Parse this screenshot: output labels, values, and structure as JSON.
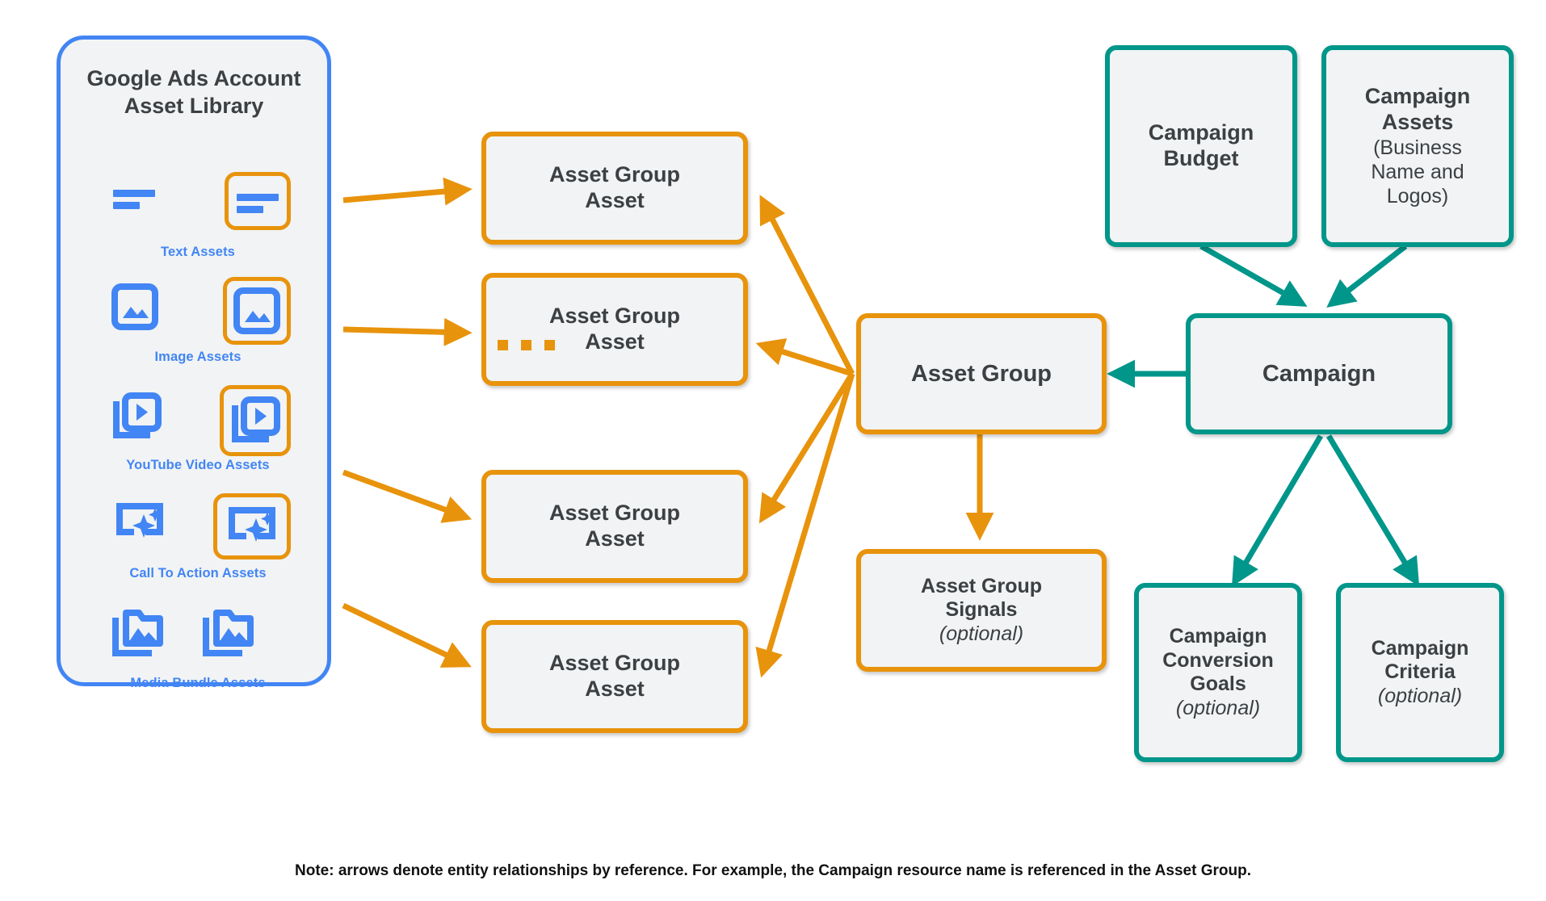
{
  "library": {
    "title": "Google Ads Account\nAsset Library",
    "border_color": "#4285f4",
    "assets": [
      {
        "label": "Text Assets",
        "icon": "text-asset-icon"
      },
      {
        "label": "Image Assets",
        "icon": "image-asset-icon"
      },
      {
        "label": "YouTube Video  Assets",
        "icon": "video-asset-icon"
      },
      {
        "label": "Call To Action Assets",
        "icon": "call-to-action-asset-icon"
      },
      {
        "label": "Media Bundle  Assets",
        "icon": "media-bundle-asset-icon"
      }
    ]
  },
  "asset_group_assets": [
    {
      "title": "Asset Group\nAsset"
    },
    {
      "title": "Asset Group\nAsset"
    },
    {
      "title": "Asset Group\nAsset"
    },
    {
      "title": "Asset Group\nAsset"
    }
  ],
  "ellipsis": "• • •",
  "asset_group": {
    "title": "Asset Group"
  },
  "asset_group_signals": {
    "title": "Asset Group\nSignals",
    "sub": "(optional)"
  },
  "campaign_budget": {
    "title": "Campaign\nBudget"
  },
  "campaign_assets": {
    "title": "Campaign\nAssets",
    "paren": "(Business\nName and\nLogos)"
  },
  "campaign": {
    "title": "Campaign"
  },
  "campaign_conversion_goals": {
    "title": "Campaign\nConversion\nGoals",
    "sub": "(optional)"
  },
  "campaign_criteria": {
    "title": "Campaign\nCriteria",
    "sub": "(optional)"
  },
  "note": "Note: arrows denote entity relationships by reference. For example, the Campaign resource name is referenced in the Asset Group.",
  "colors": {
    "orange": "#e8930c",
    "teal": "#00968a",
    "blue": "#4285f4",
    "box_fill": "#f1f3f4",
    "text": "#3c4043"
  }
}
